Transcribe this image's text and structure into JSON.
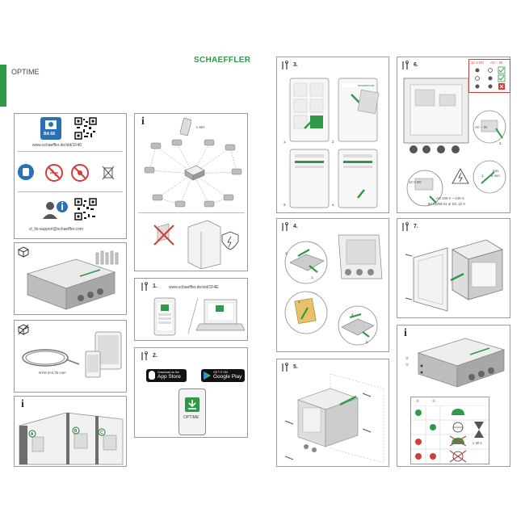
{
  "brand": "SCHAEFFLER",
  "product": "OPTIME",
  "colors": {
    "accent_green": "#2e9a48",
    "blue": "#2b6fb5",
    "red": "#d23c3c"
  },
  "panel_a": {
    "ba_label": "BA 68",
    "url": "www.schaeffler.de/std/1F40",
    "support_email": "vl_fis-support@schaeffler.com"
  },
  "panel_c": {
    "cable_label": "NYM 2×0,75 mm²"
  },
  "panel_e": {
    "badge": "≥ 50×"
  },
  "panel_f": {
    "step": "1.",
    "url": "www.schaeffler.de/std/1F4E"
  },
  "panel_g": {
    "step": "2.",
    "appstore_small": "Download on the",
    "appstore_big": "App Store",
    "googleplay_small": "GET IT ON",
    "googleplay_big": "Google Play",
    "app_name": "OPTIME"
  },
  "panel_h": {
    "step": "3.",
    "sub1": "1.",
    "sub2": "2.",
    "sub3": "3.",
    "sub4": "4."
  },
  "panel_i": {
    "step": "4.",
    "sub1": "1.",
    "sub2": "2.",
    "sub3": "3.",
    "sub4": "4.",
    "sub5": "5."
  },
  "panel_j": {
    "step": "5."
  },
  "panel_k": {
    "step": "6.",
    "table_h1": "12 V DC",
    "table_h2": "AC – IN",
    "label_12v": "12 V DC",
    "label_acin": "AC – IN",
    "sub1": "1.",
    "sub2": "2.",
    "min_label": "min.",
    "min_value": "5 mm",
    "voltage_line1": "AC 100 V ~ 240 V,",
    "voltage_line2": "50 Hz/60 Hz or DC 12 V"
  },
  "panel_l": {
    "step": "7."
  },
  "panel_m": {
    "n1": "①",
    "n2": "②",
    "hourglass_label": "≥ 30 s"
  }
}
